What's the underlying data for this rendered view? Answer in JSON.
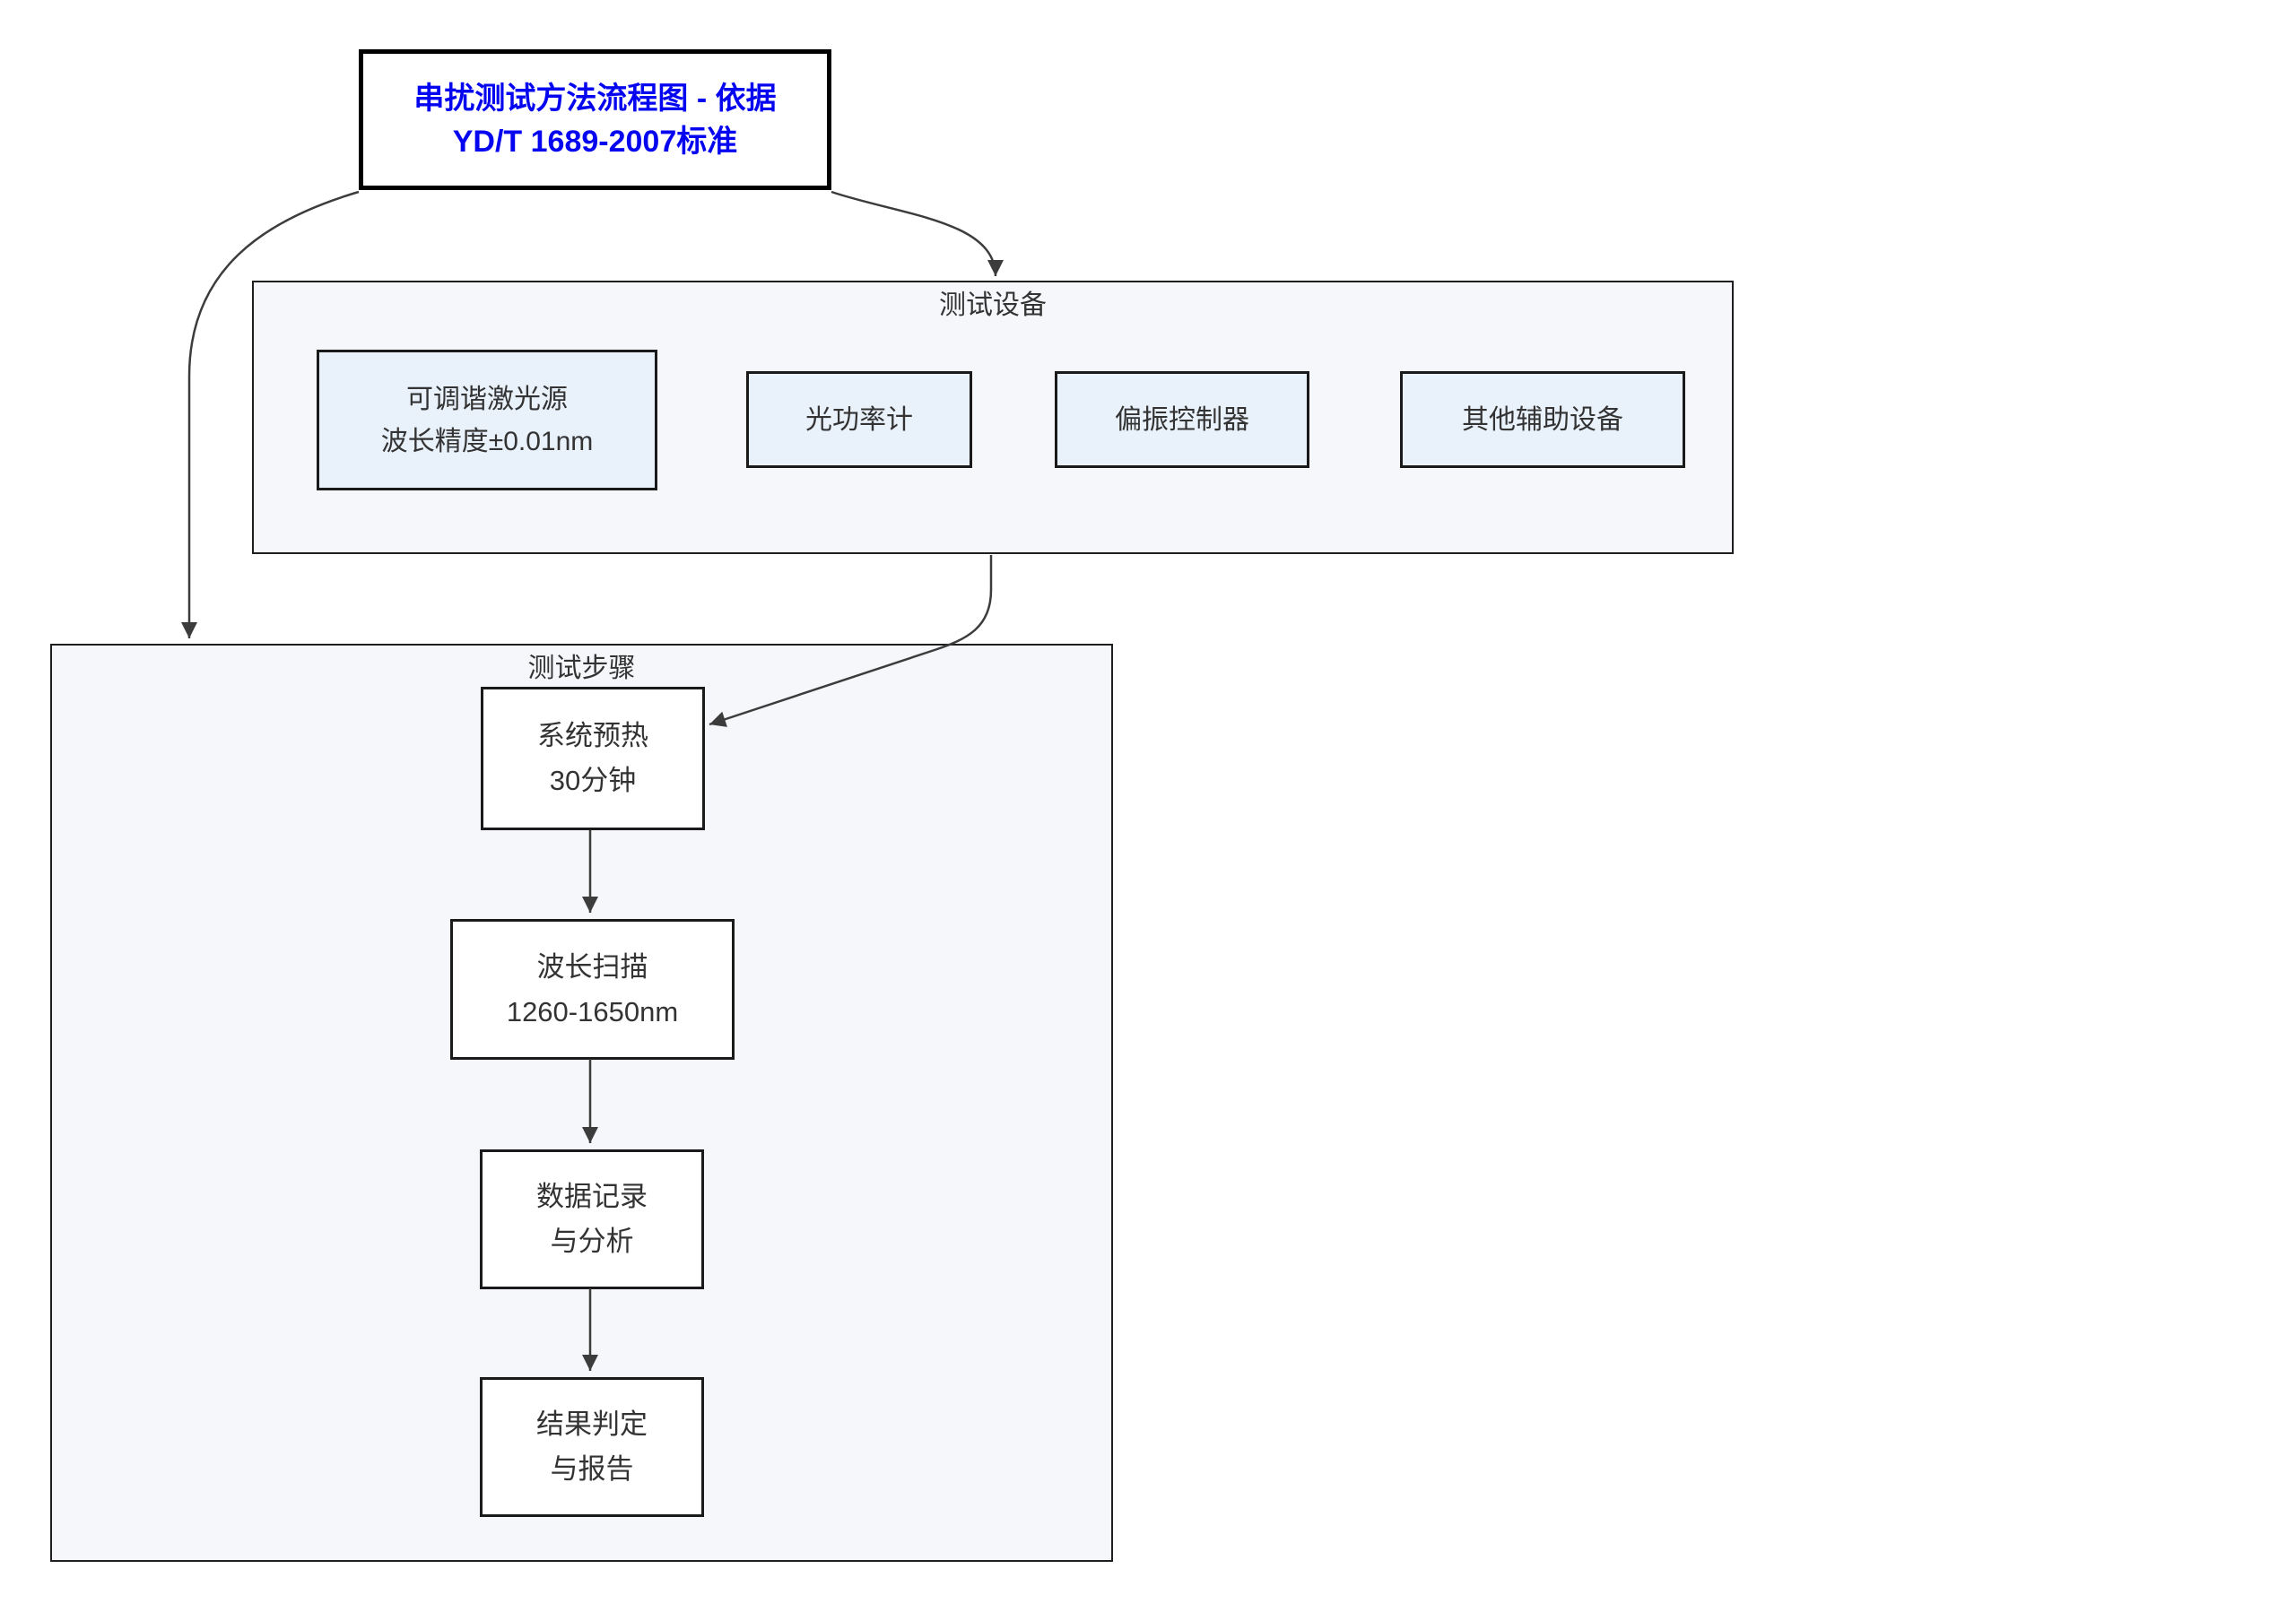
{
  "title": {
    "line1": "串扰测试方法流程图 - 依据",
    "line2": "YD/T 1689-2007标准"
  },
  "equipment_group": {
    "label": "测试设备",
    "items": [
      {
        "line1": "可调谐激光源",
        "line2": "波长精度±0.01nm"
      },
      {
        "line1": "光功率计",
        "line2": ""
      },
      {
        "line1": "偏振控制器",
        "line2": ""
      },
      {
        "line1": "其他辅助设备",
        "line2": ""
      }
    ]
  },
  "steps_group": {
    "label": "测试步骤",
    "steps": [
      {
        "line1": "系统预热",
        "line2": "30分钟"
      },
      {
        "line1": "波长扫描",
        "line2": "1260-1650nm"
      },
      {
        "line1": "数据记录",
        "line2": "与分析"
      },
      {
        "line1": "结果判定",
        "line2": "与报告"
      }
    ]
  },
  "edges": [
    {
      "from": "title",
      "to": "steps-group"
    },
    {
      "from": "title",
      "to": "equipment-group"
    },
    {
      "from": "equipment-group",
      "to": "step-warmup"
    },
    {
      "from": "step-warmup",
      "to": "step-wavelength-scan"
    },
    {
      "from": "step-wavelength-scan",
      "to": "step-data-record"
    },
    {
      "from": "step-data-record",
      "to": "step-result-report"
    }
  ],
  "colors": {
    "title_text": "#0505f0",
    "title_border": "#000000",
    "container_fill": "#f5f7fa",
    "equipment_node_fill": "#e9f1fb",
    "step_node_fill": "#ffffff",
    "node_border": "#1a1a1a",
    "arrow": "#3c3c3c",
    "text": "#333333",
    "background": "#ffffff"
  }
}
